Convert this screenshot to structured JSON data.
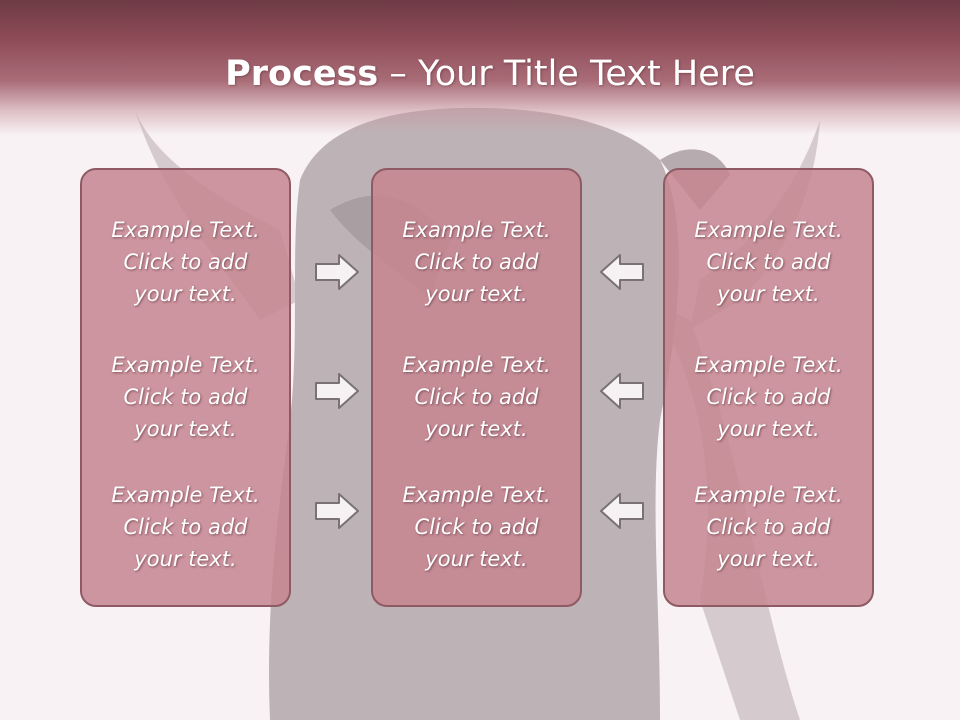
{
  "title": {
    "bold": "Process",
    "separator": " – ",
    "rest": "Your Title Text Here"
  },
  "panels": [
    {
      "items": [
        {
          "l1": "Example Text.",
          "l2": "Click  to add",
          "l3": "your text."
        },
        {
          "l1": "Example Text.",
          "l2": "Click  to add",
          "l3": "your text."
        },
        {
          "l1": "Example Text.",
          "l2": "Click  to add",
          "l3": "your text."
        }
      ]
    },
    {
      "items": [
        {
          "l1": "Example Text.",
          "l2": "Click  to add",
          "l3": "your text."
        },
        {
          "l1": "Example Text.",
          "l2": "Click  to add",
          "l3": "your text."
        },
        {
          "l1": "Example Text.",
          "l2": "Click  to add",
          "l3": "your text."
        }
      ]
    },
    {
      "items": [
        {
          "l1": "Example Text.",
          "l2": "Click  to add",
          "l3": "your text."
        },
        {
          "l1": "Example Text.",
          "l2": "Click  to add",
          "l3": "your text."
        },
        {
          "l1": "Example Text.",
          "l2": "Click  to add",
          "l3": "your text."
        }
      ]
    }
  ],
  "arrows": {
    "left_column": [
      "arrow-right-icon",
      "arrow-right-icon",
      "arrow-right-icon"
    ],
    "right_column": [
      "arrow-left-icon",
      "arrow-left-icon",
      "arrow-left-icon"
    ]
  },
  "colors": {
    "header": "#8e4c58",
    "panel_fill": "#c68690",
    "panel_border": "#8f5a63",
    "text": "#ffffff",
    "background": "#f8f2f4"
  }
}
